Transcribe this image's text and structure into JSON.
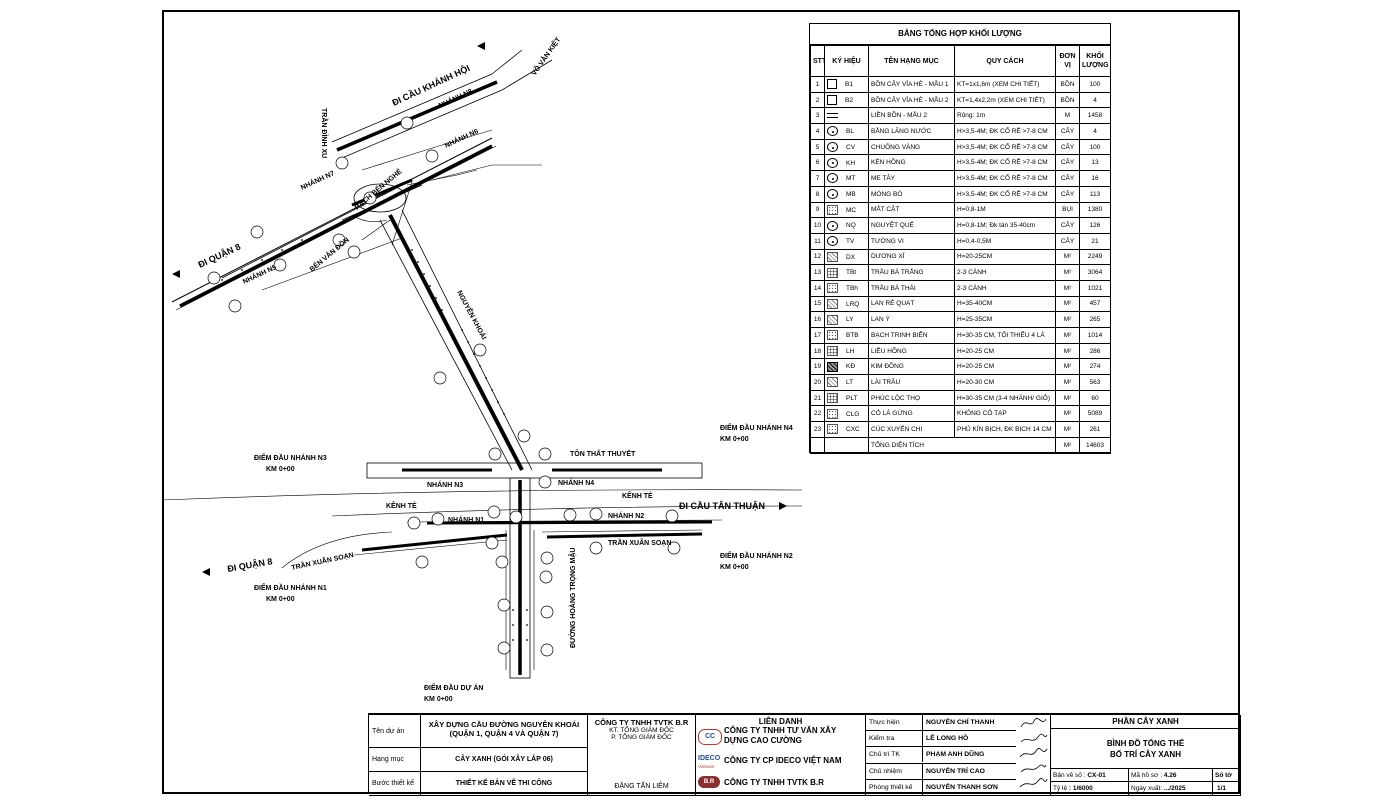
{
  "map": {
    "labels": {
      "di_cau_khanh_hoi": "ĐI CẦU KHÁNH HỘI",
      "vo_van_kiet": "VÕ VĂN KIỆT",
      "tran_dinh_xu": "TRẦN ĐÌNH XU",
      "nhanh_n8": "NHÁNH N8",
      "nhanh_n7": "NHÁNH N7",
      "nhanh_n6": "NHÁNH N6",
      "nhanh_n5": "NHÁNH N5",
      "di_quan_8_top": "ĐI QUẬN 8",
      "rach_ben_nghe": "RẠCH BẾN NGHÉ",
      "ben_van_don": "BẾN VÂN ĐỒN",
      "nguyen_khoai": "NGUYỄN KHOÁI",
      "ton_that_thuyet": "TÔN THẤT THUYẾT",
      "diem_dau_n3": "ĐIỂM ĐẦU NHÁNH N3",
      "km_n3": "KM 0+00",
      "diem_dau_n4": "ĐIỂM ĐẦU NHÁNH N4",
      "km_n4": "KM 0+00",
      "nhanh_n3": "NHÁNH N3",
      "nhanh_n4": "NHÁNH N4",
      "kenh_te_left": "KÊNH TẺ",
      "kenh_te_right": "KÊNH TẺ",
      "di_cau_tan_thuan": "ĐI CẦU TÂN THUẬN",
      "nhanh_n1": "NHÁNH N1",
      "nhanh_n2": "NHÁNH N2",
      "tran_xuan_soan_left": "TRẦN XUÂN SOẠN",
      "tran_xuan_soan_right": "TRẦN XUÂN SOẠN",
      "di_quan_8_bottom": "ĐI QUẬN 8",
      "duong_hoang_trong_mau": "ĐƯỜNG HOÀNG TRỌNG MẬU",
      "diem_dau_n2": "ĐIỂM ĐẦU NHÁNH N2",
      "km_n2": "KM 0+00",
      "diem_dau_n1": "ĐIỂM ĐẦU NHÁNH N1",
      "km_n1": "KM 0+00",
      "diem_dau_du_an": "ĐIỂM ĐẦU DỰ ÁN",
      "km_du_an": "KM 0+00"
    }
  },
  "summary": {
    "title": "BẢNG TỔNG HỢP KHỐI LƯỢNG",
    "headers": {
      "stt": "STT",
      "ky_hieu": "KÝ HIỆU",
      "ten": "TÊN HẠNG MỤC",
      "quy_cach": "QUY CÁCH",
      "don_vi": "ĐƠN VỊ",
      "khoi_luong": "KHỐI LƯỢNG"
    },
    "rows": [
      {
        "stt": "1",
        "sym": "box",
        "code": "B1",
        "name": "BỒN CÂY VỈA HÈ - MẪU 1",
        "spec": "KT=1x1,6m (XEM CHI TIẾT)",
        "unit": "BỒN",
        "qty": "100"
      },
      {
        "stt": "2",
        "sym": "box",
        "code": "B2",
        "name": "BỒN CÂY VỈA HÈ - MẪU 2",
        "spec": "KT=1,4x2,2m (XEM CHI TIẾT)",
        "unit": "BỒN",
        "qty": "4"
      },
      {
        "stt": "3",
        "sym": "strip",
        "code": "",
        "name": "LIỀN BỒN - MẪU 2",
        "spec": "Rộng: 1m",
        "unit": "M",
        "qty": "1458"
      },
      {
        "stt": "4",
        "sym": "circle",
        "code": "BL",
        "name": "BẰNG LĂNG NƯỚC",
        "spec": "H>3,5-4M; ĐK CỔ RỄ >7-8 CM",
        "unit": "CÂY",
        "qty": "4"
      },
      {
        "stt": "5",
        "sym": "circle",
        "code": "CV",
        "name": "CHUÔNG VÀNG",
        "spec": "H>3,5-4M; ĐK CỔ RỄ >7-8 CM",
        "unit": "CÂY",
        "qty": "100"
      },
      {
        "stt": "6",
        "sym": "circle",
        "code": "KH",
        "name": "KÈN HỒNG",
        "spec": "H>3,5-4M; ĐK CỔ RỄ >7-8 CM",
        "unit": "CÂY",
        "qty": "13"
      },
      {
        "stt": "7",
        "sym": "circle",
        "code": "MT",
        "name": "ME TÂY",
        "spec": "H>3,5-4M; ĐK CỔ RỄ >7-8 CM",
        "unit": "CÂY",
        "qty": "16"
      },
      {
        "stt": "8",
        "sym": "circle",
        "code": "MB",
        "name": "MÓNG BÒ",
        "spec": "H>3,5-4M; ĐK CỔ RỄ >7-8 CM",
        "unit": "CÂY",
        "qty": "113"
      },
      {
        "stt": "9",
        "sym": "dots",
        "code": "MC",
        "name": "MẮT CẬT",
        "spec": "H=0,8-1M",
        "unit": "BỤI",
        "qty": "1380"
      },
      {
        "stt": "10",
        "sym": "circle",
        "code": "NQ",
        "name": "NGUYỆT QUẾ",
        "spec": "H=0,8-1M; Đk tán 35-40cm",
        "unit": "CÂY",
        "qty": "126"
      },
      {
        "stt": "11",
        "sym": "circle",
        "code": "TV",
        "name": "TƯỜNG VI",
        "spec": "H=0,4-0,5M",
        "unit": "CÂY",
        "qty": "21"
      },
      {
        "stt": "12",
        "sym": "hatch",
        "code": "DX",
        "name": "DƯƠNG XỈ",
        "spec": "H=20-25CM",
        "unit": "M²",
        "qty": "2249"
      },
      {
        "stt": "13",
        "sym": "grid",
        "code": "TBt",
        "name": "TRẦU BÀ TRẮNG",
        "spec": "2-3 CÀNH",
        "unit": "M²",
        "qty": "3064"
      },
      {
        "stt": "14",
        "sym": "dots",
        "code": "TBh",
        "name": "TRẦU BÀ THÁI",
        "spec": "2-3 CÀNH",
        "unit": "M²",
        "qty": "1021"
      },
      {
        "stt": "15",
        "sym": "hatch",
        "code": "LRQ",
        "name": "LAN RẺ QUẠT",
        "spec": "H=35-40CM",
        "unit": "M²",
        "qty": "457"
      },
      {
        "stt": "16",
        "sym": "hatch",
        "code": "LY",
        "name": "LAN Ý",
        "spec": "H=25-35CM",
        "unit": "M²",
        "qty": "265"
      },
      {
        "stt": "17",
        "sym": "dots",
        "code": "BTB",
        "name": "BẠCH TRINH BIỂN",
        "spec": "H=30-35 CM, TỐI THIỂU 4 LÁ",
        "unit": "M²",
        "qty": "1014"
      },
      {
        "stt": "18",
        "sym": "grid",
        "code": "LH",
        "name": "LIỄU HỒNG",
        "spec": "H=20-25 CM",
        "unit": "M²",
        "qty": "286"
      },
      {
        "stt": "19",
        "sym": "dark",
        "code": "KĐ",
        "name": "KIM ĐỒNG",
        "spec": "H=20-25 CM",
        "unit": "M²",
        "qty": "274"
      },
      {
        "stt": "20",
        "sym": "hatch",
        "code": "LT",
        "name": "LÀI TRÂU",
        "spec": "H=20-30 CM",
        "unit": "M²",
        "qty": "563"
      },
      {
        "stt": "21",
        "sym": "grid",
        "code": "PLT",
        "name": "PHÚC LỘC THỌ",
        "spec": "H=30-35 CM (3-4 NHÁNH/ GIỎ)",
        "unit": "M²",
        "qty": "60"
      },
      {
        "stt": "22",
        "sym": "dots",
        "code": "CLG",
        "name": "CỎ LÁ GỪNG",
        "spec": "KHÔNG CỎ TẠP",
        "unit": "M²",
        "qty": "5089"
      },
      {
        "stt": "23",
        "sym": "dots",
        "code": "CXC",
        "name": "CÚC XUYẾN CHI",
        "spec": "PHỦ KÍN BỊCH, ĐK BỊCH 14 CM",
        "unit": "M²",
        "qty": "261"
      }
    ],
    "total": {
      "label": "TỔNG DIỆN TÍCH",
      "unit": "M²",
      "qty": "14603"
    }
  },
  "title_block": {
    "ten_du_an_label": "Tên dự án",
    "ten_du_an_1": "XÂY DỰNG CẦU ĐƯỜNG NGUYỄN KHOÁI",
    "ten_du_an_2": "(QUẬN 1, QUẬN 4 VÀ QUẬN 7)",
    "hang_muc_label": "Hạng mục",
    "hang_muc": "CÂY XANH (GÓI XÂY LẮP 06)",
    "buoc_label": "Bước thiết kế",
    "buoc": "THIẾT KẾ BẢN VẼ THI CÔNG",
    "company": "CÔNG TY TNHH TVTK B.R",
    "kt": "KT. TỔNG GIÁM ĐỐC",
    "ptgd": "P. TỔNG GIÁM ĐỐC",
    "signer": "ĐẶNG TẤN LIÊM",
    "lien_danh": "LIÊN DANH",
    "lien_danh_1": "CÔNG TY TNHH TƯ VẤN XÂY",
    "lien_danh_2": "DỰNG CAO CƯỜNG",
    "logo_cc": "CC",
    "lien_danh_3": "CÔNG TY CP IDECO VIỆT NAM",
    "logo_ideco": "IDECO",
    "logo_ideco_sub": "Vietnam",
    "lien_danh_4": "CÔNG TY TNHH TVTK B.R",
    "logo_br": "B.R",
    "roles": [
      {
        "role": "Thực hiện",
        "name": "NGUYỄN CHÍ THANH"
      },
      {
        "role": "Kiểm tra",
        "name": "LÊ LONG HỒ"
      },
      {
        "role": "Chủ trì TK",
        "name": "PHẠM ANH DŨNG"
      },
      {
        "role": "Chủ nhiệm",
        "name": "NGUYỄN TRÍ CAO"
      },
      {
        "role": "Phòng thiết kế",
        "name": "NGUYỄN THANH SƠN"
      }
    ],
    "phan": "PHẦN CÂY XANH",
    "drawing_1": "BÌNH ĐỒ TỔNG THỂ",
    "drawing_2": "BỐ TRÍ CÂY XANH",
    "ban_ve_label": "Bản vẽ số :",
    "ban_ve": "CX-01",
    "ma_ho_so_label": "Mã hồ sơ :",
    "ma_ho_so": "4.26",
    "so_to_label": "Số tờ",
    "ty_le_label": "Tỷ lệ",
    "ty_le": ": 1/6000",
    "ngay_label": "Ngày xuất:",
    "ngay": ".../2025",
    "so_to": "1/1"
  }
}
